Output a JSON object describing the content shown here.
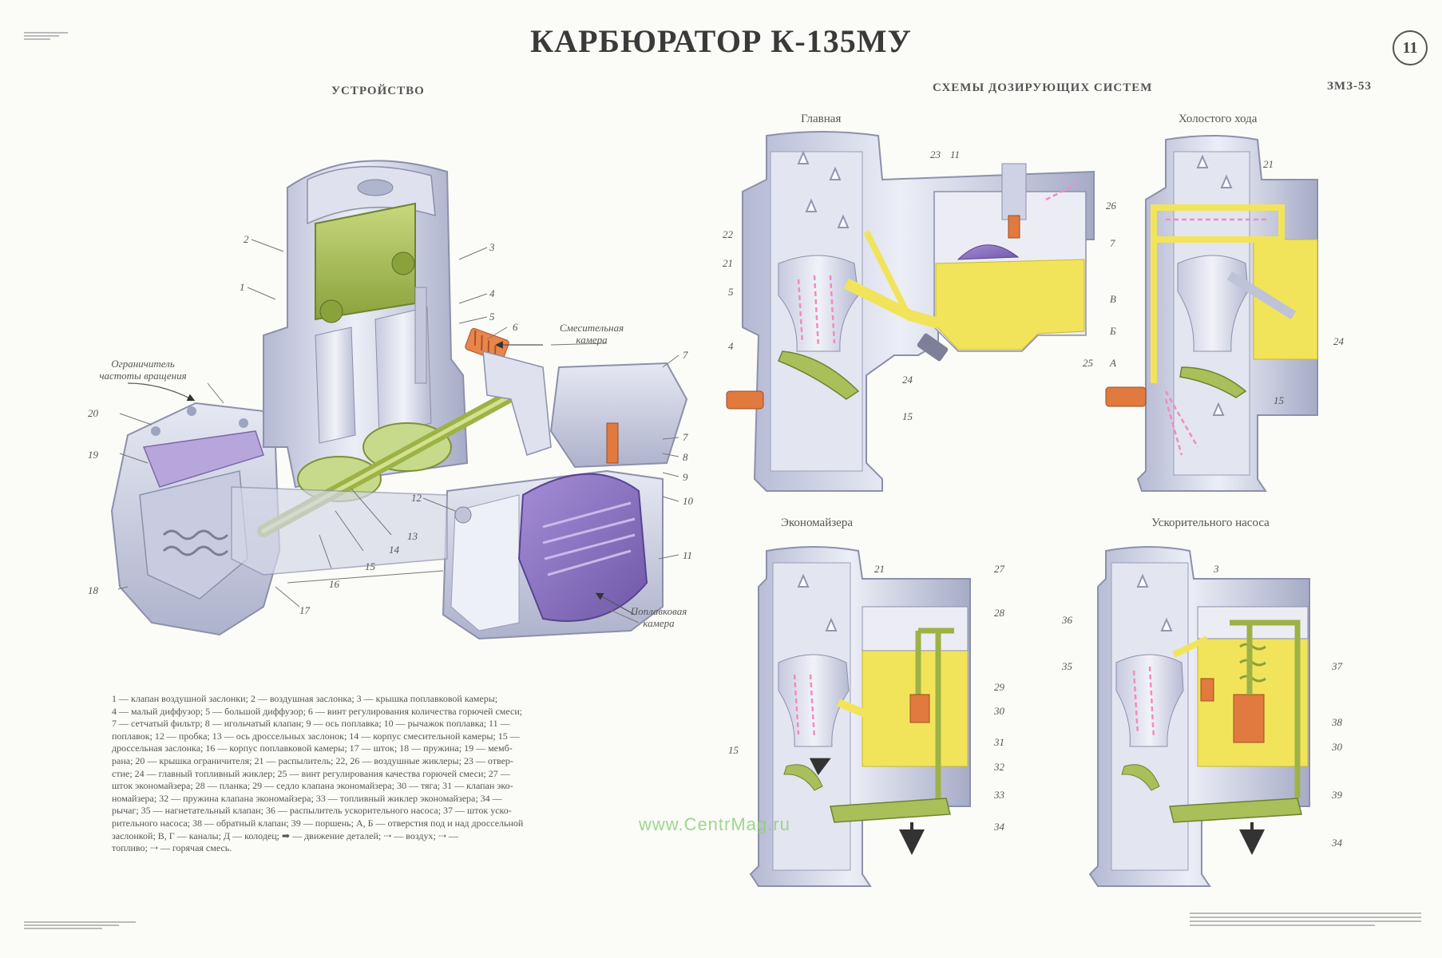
{
  "header": {
    "title": "КАРБЮРАТОР К-135МУ",
    "sheet_number": "11",
    "engine": "ЗМЗ-53"
  },
  "sections": {
    "device": "УСТРОЙСТВО",
    "schemes": "СХЕМЫ ДОЗИРУЮЩИХ СИСТЕМ"
  },
  "schemes": {
    "main": "Главная",
    "idle": "Холостого хода",
    "economizer": "Экономайзера",
    "pump": "Ускорительного насоса"
  },
  "callouts": {
    "limiter": [
      "Ограничитель",
      "частоты вращения"
    ],
    "mixing": [
      "Смесительная",
      "камера"
    ],
    "float": [
      "Поплавковая",
      "камера"
    ]
  },
  "device_labels": [
    "1",
    "2",
    "3",
    "4",
    "5",
    "6",
    "7",
    "8",
    "9",
    "10",
    "11",
    "12",
    "13",
    "14",
    "15",
    "16",
    "17",
    "18",
    "19",
    "20"
  ],
  "main_labels": {
    "l23": "23",
    "l11": "11",
    "l22": "22",
    "l21": "21",
    "l5": "5",
    "l4": "4",
    "l24": "24",
    "l15": "15"
  },
  "idle_labels": {
    "l21": "21",
    "l26": "26",
    "l7": "7",
    "lB": "В",
    "lB2": "Б",
    "lA": "А",
    "l25": "25",
    "l24": "24",
    "l15": "15"
  },
  "econ_labels": {
    "l21": "21",
    "l27": "27",
    "l28": "28",
    "l29": "29",
    "l30": "30",
    "l31": "31",
    "l32": "32",
    "l33": "33",
    "l34": "34",
    "l15": "15"
  },
  "pump_labels": {
    "l3": "3",
    "l36": "36",
    "l35": "35",
    "l37": "37",
    "l38": "38",
    "l30": "30",
    "l39": "39",
    "l34": "34"
  },
  "legend": [
    "1 — клапан воздушной заслонки; 2 — воздушная заслонка; 3 — крышка поплавковой камеры;",
    "4 — малый диффузор; 5 — большой диффузор; 6 — винт регулирования количества горючей смеси;",
    "7 — сетчатый фильтр; 8 — игольчатый клапан; 9 — ось поплавка; 10 — рычажок поплавка; 11 —",
    "поплавок; 12 — пробка; 13 — ось дроссельных заслонок; 14 — корпус смесительной камеры; 15 —",
    "дроссельная заслонка; 16 — корпус поплавковой камеры; 17 — шток; 18 — пружина; 19 — мемб-",
    "рана; 20 — крышка ограничителя; 21 — распылитель; 22, 26 — воздушные жиклеры; 23 — отвер-",
    "стие; 24 — главный топливный жиклер; 25 — винт регулирования качества горючей смеси; 27 —",
    "шток экономайзера; 28 — планка; 29 — седло клапана экономайзера; 30 — тяга; 31 — клапан эко-",
    "номайзера; 32 — пружина клапана экономайзера; 33 — топливный жиклер экономайзера; 34 —",
    "рычаг; 35 — нагнетательный клапан; 36 — распылитель ускорительного насоса; 37 — шток уско-",
    "рительного насоса; 38 — обратный клапан; 39 — поршень; А, Б — отверстия под и над дроссельной",
    "заслонкой; В, Г — каналы; Д — колодец; ➡ — движение деталей; ⇢ — воздух; ⇢ —",
    "топливо; ⇢ — горячая смесь."
  ],
  "watermark": "www.CentrMag.ru",
  "colors": {
    "metal": "#d9dbe9",
    "metal_dark": "#a9adc6",
    "fuel": "#f2e45a",
    "float": "#8e76c2",
    "valve_green": "#a9bf5a",
    "screw_orange": "#e07a3e",
    "air": "#f08cc0"
  }
}
